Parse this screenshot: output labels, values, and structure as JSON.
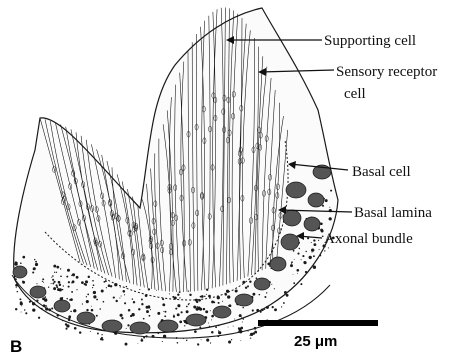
{
  "panel_label": "B",
  "labels": {
    "supporting_cell": "Supporting cell",
    "sensory_receptor_line1": "Sensory receptor",
    "sensory_receptor_line2": "cell",
    "basal_cell": "Basal cell",
    "basal_lamina": "Basal lamina",
    "axonal_bundle": "Axonal bundle"
  },
  "scale_bar": {
    "label": "25 μm"
  },
  "colors": {
    "ink": "#1a1a1a",
    "bundle_fill": "#555555",
    "background": "#ffffff"
  }
}
